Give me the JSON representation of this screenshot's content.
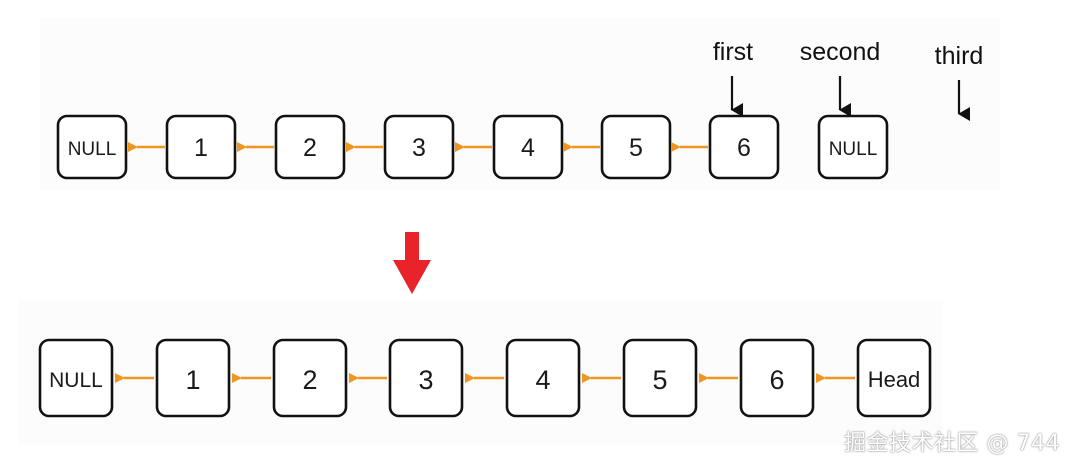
{
  "diagram": {
    "top_row": {
      "nodes": [
        "NULL",
        "1",
        "2",
        "3",
        "4",
        "5",
        "6",
        "NULL"
      ],
      "pointers": [
        "first",
        "second",
        "third"
      ]
    },
    "bottom_row": {
      "nodes": [
        "NULL",
        "1",
        "2",
        "3",
        "4",
        "5",
        "6",
        "Head"
      ]
    },
    "colors": {
      "link_arrow": "#f0951f",
      "transition_arrow": "#e8232a",
      "border": "#111111",
      "pointer_arrow": "#111111"
    }
  },
  "watermark": "掘金技术社区 @ 744"
}
